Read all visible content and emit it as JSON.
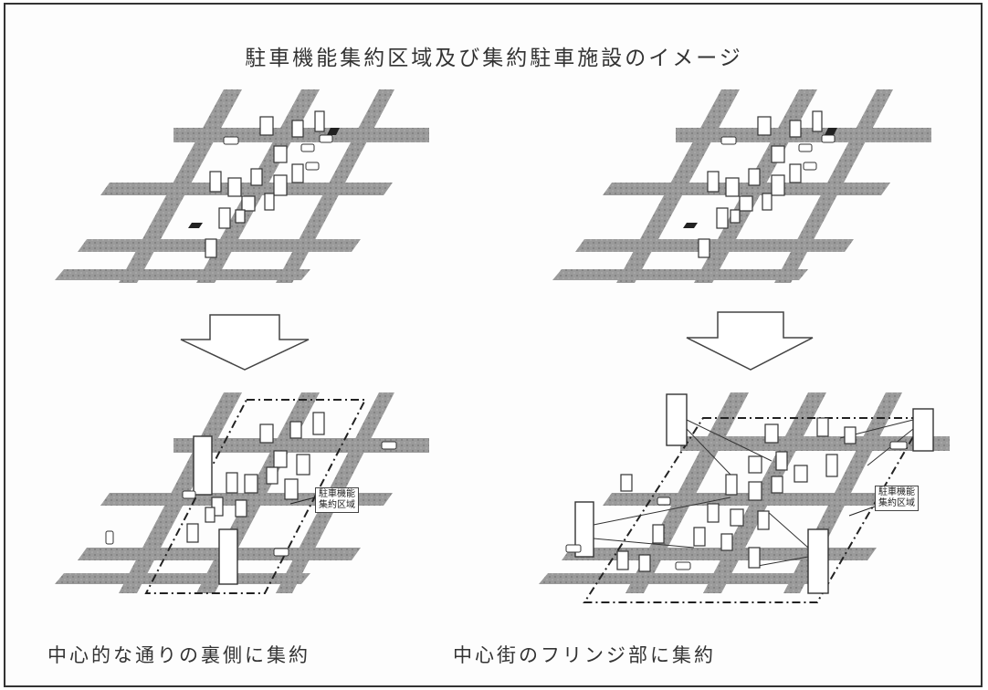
{
  "title": "駐車機能集約区域及び集約駐車施設のイメージ",
  "left_panel": {
    "caption": "中心的な通りの裏側に集約",
    "zone_label_line1": "駐車機能",
    "zone_label_line2": "集約区域"
  },
  "right_panel": {
    "caption": "中心街のフリンジ部に集約",
    "zone_label_line1": "駐車機能",
    "zone_label_line2": "集約区域"
  },
  "colors": {
    "road": "#9a9a9a",
    "frame": "#333333",
    "arrow": "#444444"
  }
}
